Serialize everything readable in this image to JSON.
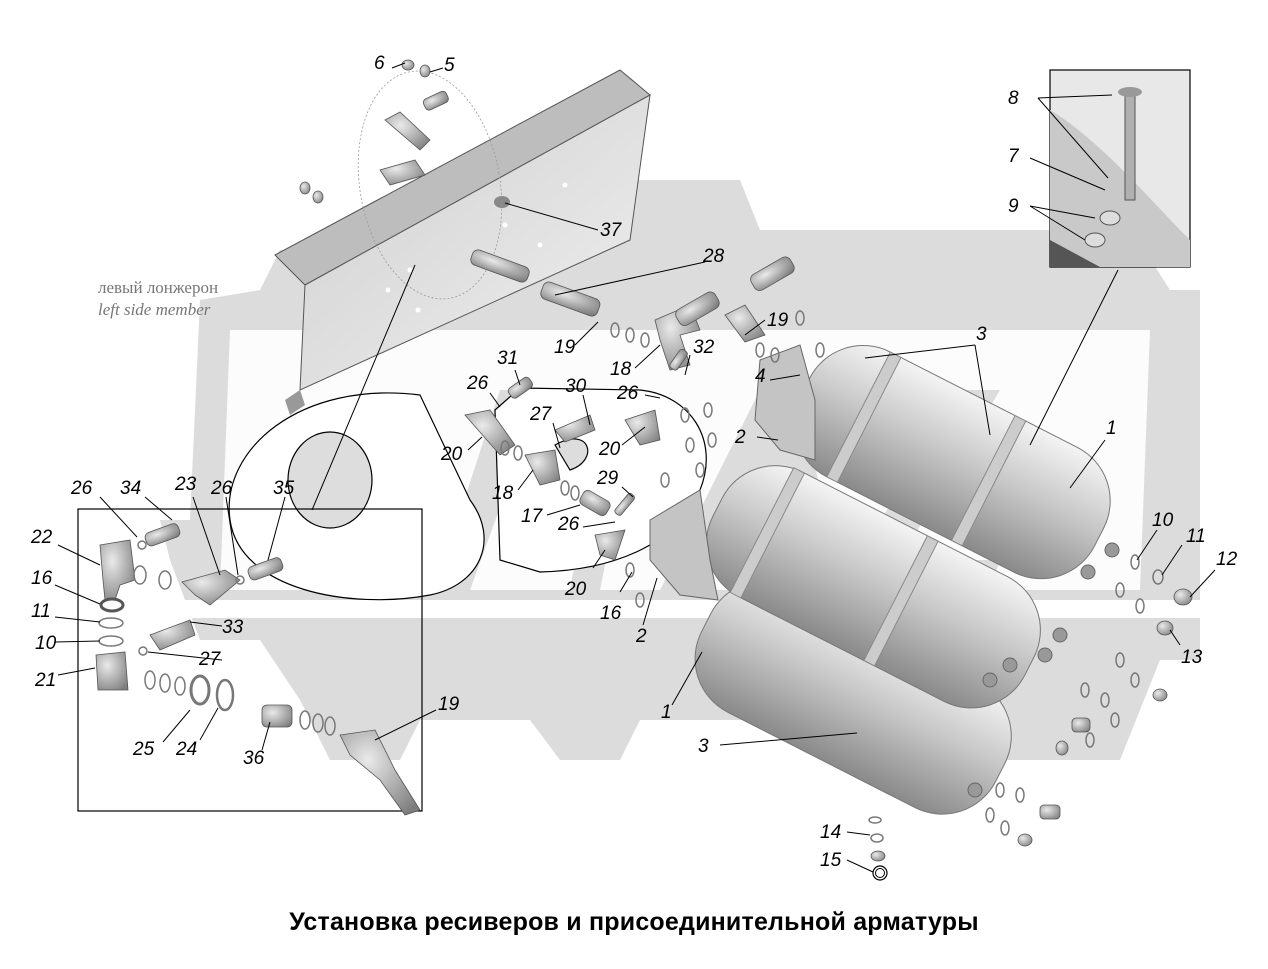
{
  "caption": "Установка ресиверов и присоединительной арматуры",
  "side_member_note": {
    "ru": "левый лонжерон",
    "en": "left side member"
  },
  "background_logo": "МАЗ gear watermark",
  "colors": {
    "watermark": "#d9d9d9",
    "part_shade": "#9a9a9a",
    "outline": "#000000"
  },
  "callouts": [
    {
      "id": "c6",
      "label": "6"
    },
    {
      "id": "c5",
      "label": "5"
    },
    {
      "id": "c37",
      "label": "37"
    },
    {
      "id": "c28",
      "label": "28"
    },
    {
      "id": "c19a",
      "label": "19"
    },
    {
      "id": "c19b",
      "label": "19"
    },
    {
      "id": "c18a",
      "label": "18"
    },
    {
      "id": "c32",
      "label": "32"
    },
    {
      "id": "c31",
      "label": "31"
    },
    {
      "id": "c26a",
      "label": "26"
    },
    {
      "id": "c30",
      "label": "30"
    },
    {
      "id": "c26b",
      "label": "26"
    },
    {
      "id": "c27a",
      "label": "27"
    },
    {
      "id": "c20a",
      "label": "20"
    },
    {
      "id": "c20b",
      "label": "20"
    },
    {
      "id": "c18b",
      "label": "18"
    },
    {
      "id": "c29",
      "label": "29"
    },
    {
      "id": "c17",
      "label": "17"
    },
    {
      "id": "c26c",
      "label": "26"
    },
    {
      "id": "c20c",
      "label": "20"
    },
    {
      "id": "c16a",
      "label": "16"
    },
    {
      "id": "c2a",
      "label": "2"
    },
    {
      "id": "c2b",
      "label": "2"
    },
    {
      "id": "c4",
      "label": "4"
    },
    {
      "id": "c3a",
      "label": "3"
    },
    {
      "id": "c3b",
      "label": "3"
    },
    {
      "id": "c1a",
      "label": "1"
    },
    {
      "id": "c1b",
      "label": "1"
    },
    {
      "id": "c8",
      "label": "8"
    },
    {
      "id": "c7",
      "label": "7"
    },
    {
      "id": "c9",
      "label": "9"
    },
    {
      "id": "c10a",
      "label": "10"
    },
    {
      "id": "c11a",
      "label": "11"
    },
    {
      "id": "c12",
      "label": "12"
    },
    {
      "id": "c13",
      "label": "13"
    },
    {
      "id": "c14",
      "label": "14"
    },
    {
      "id": "c15",
      "label": "15"
    },
    {
      "id": "c26d",
      "label": "26"
    },
    {
      "id": "c34",
      "label": "34"
    },
    {
      "id": "c23",
      "label": "23"
    },
    {
      "id": "c26e",
      "label": "26"
    },
    {
      "id": "c35",
      "label": "35"
    },
    {
      "id": "c22",
      "label": "22"
    },
    {
      "id": "c16b",
      "label": "16"
    },
    {
      "id": "c11b",
      "label": "11"
    },
    {
      "id": "c10b",
      "label": "10"
    },
    {
      "id": "c21",
      "label": "21"
    },
    {
      "id": "c33",
      "label": "33"
    },
    {
      "id": "c27b",
      "label": "27"
    },
    {
      "id": "c25",
      "label": "25"
    },
    {
      "id": "c24",
      "label": "24"
    },
    {
      "id": "c36",
      "label": "36"
    },
    {
      "id": "c19c",
      "label": "19"
    }
  ]
}
